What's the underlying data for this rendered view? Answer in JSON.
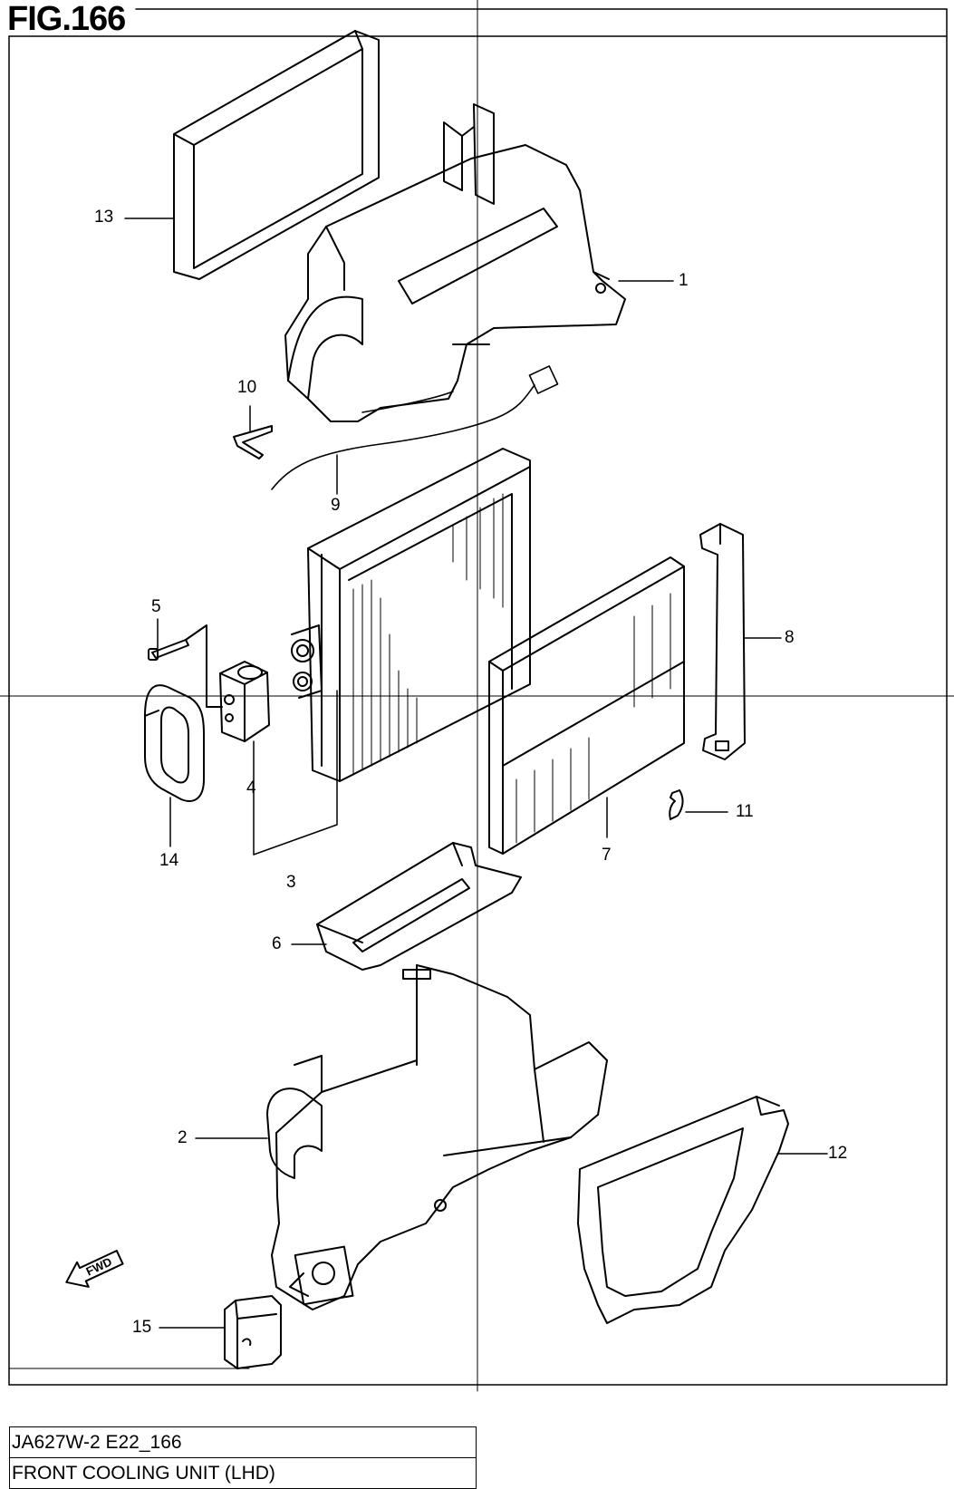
{
  "figure": {
    "title": "FIG.166"
  },
  "fwd_label": "FWD",
  "callouts": [
    {
      "id": "1",
      "label": "1"
    },
    {
      "id": "2",
      "label": "2"
    },
    {
      "id": "3",
      "label": "3"
    },
    {
      "id": "4",
      "label": "4"
    },
    {
      "id": "5",
      "label": "5"
    },
    {
      "id": "6",
      "label": "6"
    },
    {
      "id": "7",
      "label": "7"
    },
    {
      "id": "8",
      "label": "8"
    },
    {
      "id": "9",
      "label": "9"
    },
    {
      "id": "10",
      "label": "10"
    },
    {
      "id": "11",
      "label": "11"
    },
    {
      "id": "12",
      "label": "12"
    },
    {
      "id": "13",
      "label": "13"
    },
    {
      "id": "14",
      "label": "14"
    },
    {
      "id": "15",
      "label": "15"
    }
  ],
  "info": {
    "code": "JA627W-2 E22_166",
    "description": "FRONT COOLING UNIT (LHD)"
  }
}
